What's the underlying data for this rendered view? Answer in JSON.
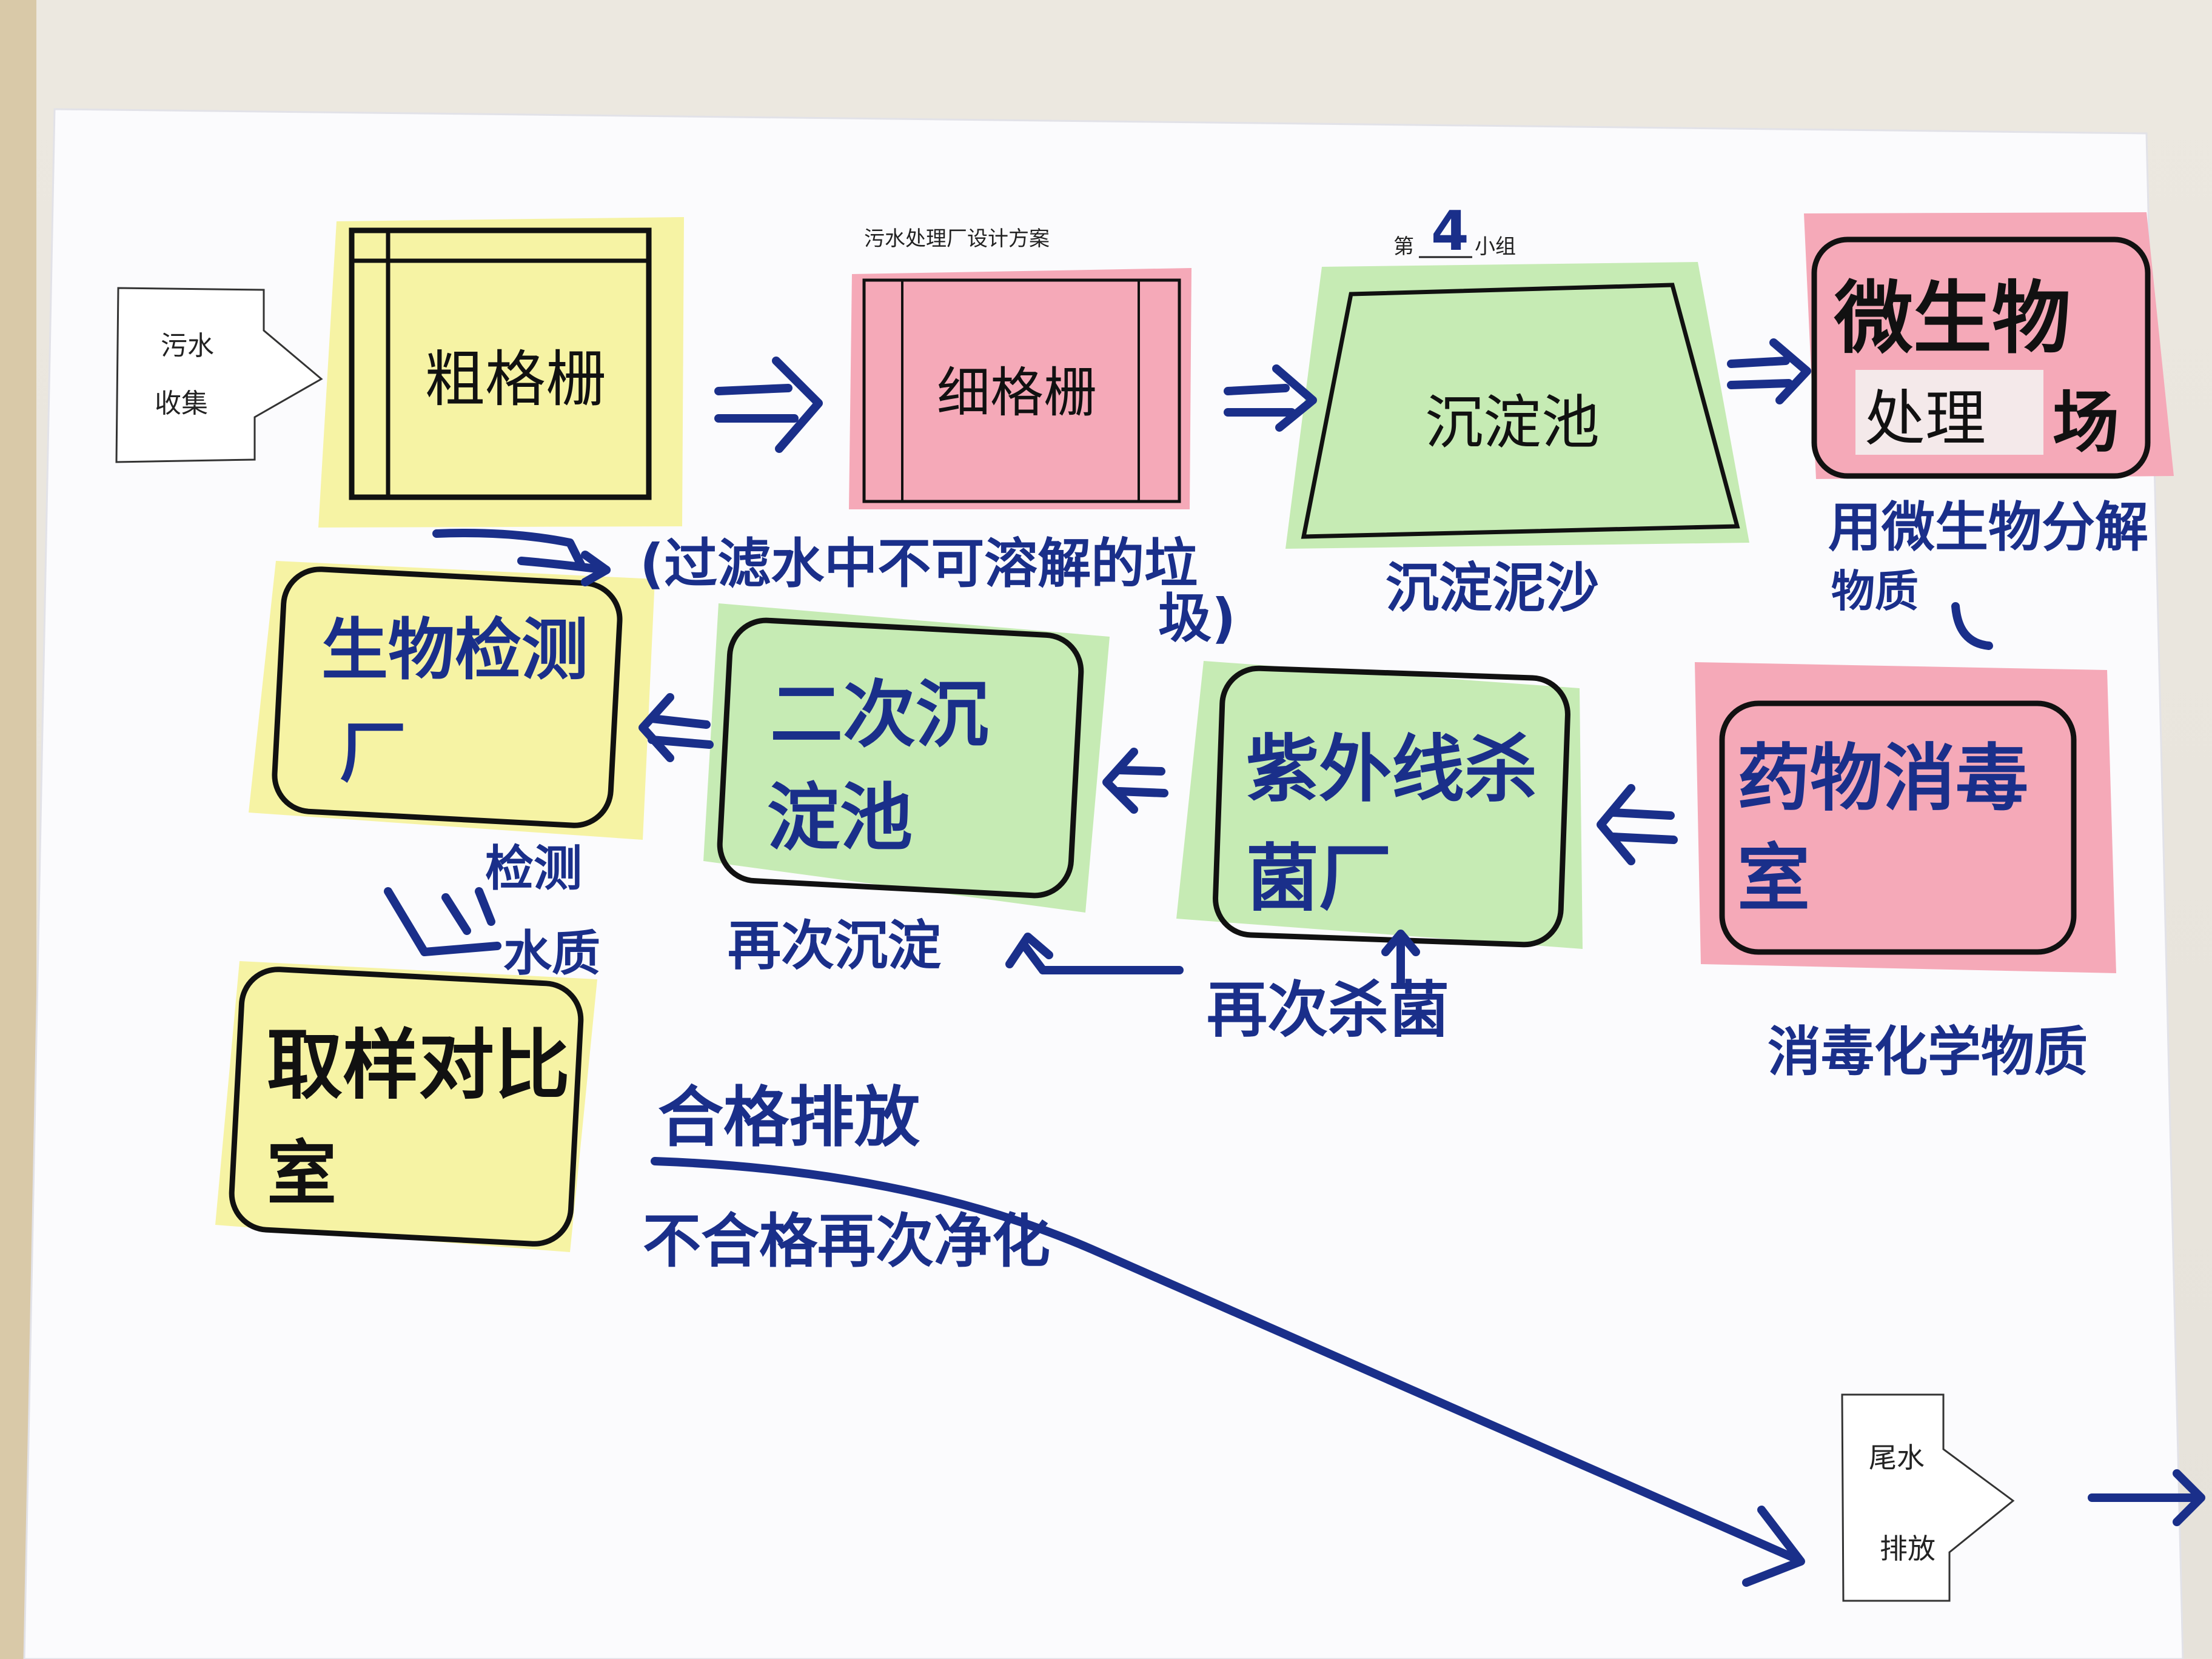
{
  "colors": {
    "paper": "#fbfbfd",
    "yellow_note": "#f6f3a4",
    "pink_note": "#f5a9b8",
    "green_note": "#c6ebb4",
    "marker_blue": "#1a2f8a",
    "ink_black": "#111111"
  },
  "header": {
    "title": "污水处理厂设计方案",
    "group_prefix": "第",
    "group_number": "4",
    "group_suffix": "小组"
  },
  "start": {
    "line1": "污水",
    "line2": "收集"
  },
  "end": {
    "line1": "尾水",
    "line2": "排放"
  },
  "stages": {
    "coarse_screen": "粗格栅",
    "fine_screen": "细格栅",
    "sedimentation": "沉淀池",
    "microbe_line1": "微生物",
    "microbe_line2": "处理",
    "microbe_line3": "场",
    "chemical_line1": "药物消毒",
    "chemical_line2": "室",
    "uv_line1": "紫外线杀",
    "uv_line2": "菌厂",
    "secondary_line1": "二次沉",
    "secondary_line2": "淀池",
    "biotest_line1": "生物检测",
    "biotest_line2": "厂",
    "sampling_line1": "取样对比",
    "sampling_line2": "室"
  },
  "notes": {
    "filter_line1": "(过滤水中不可溶解的垃",
    "filter_line2": "圾)",
    "settle_sand": "沉淀泥沙",
    "microbe_note_line1": "用微生物分解",
    "microbe_note_line2": "物质",
    "disinfect_note": "消毒化学物质",
    "resterilize": "再次杀菌",
    "resettle": "再次沉淀",
    "detect_line1": "检测",
    "detect_line2": "水质",
    "qualified": "合格排放",
    "unqualified": "不合格再次净化"
  }
}
